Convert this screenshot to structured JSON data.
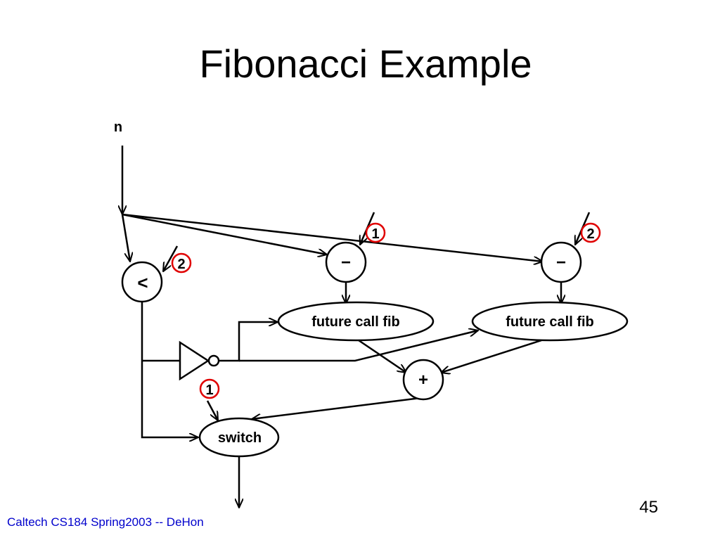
{
  "slide": {
    "title": "Fibonacci Example",
    "page_number": "45",
    "footer": "Caltech CS184 Spring2003 -- DeHon"
  },
  "diagram": {
    "input_label": "n",
    "less_than_op": "<",
    "minus_op_1": "−",
    "minus_op_2": "−",
    "const_less_than": "2",
    "const_minus_1": "1",
    "const_minus_2": "2",
    "const_switch": "1",
    "future_call_1": "future call fib",
    "future_call_2": "future call fib",
    "plus_op": "+",
    "switch_label": "switch",
    "colors": {
      "stroke": "#000000",
      "constant_circle": "#e00000"
    }
  }
}
